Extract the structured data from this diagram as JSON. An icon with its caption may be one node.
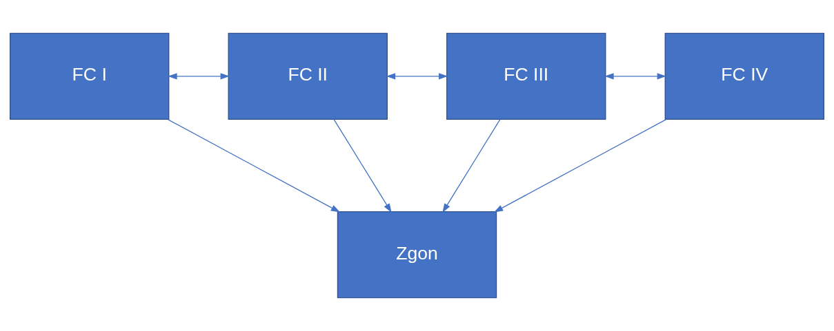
{
  "diagram": {
    "nodes": [
      {
        "text": [
          "FC I"
        ]
      },
      {
        "text": [
          "FC II"
        ]
      },
      {
        "text": [
          "FC III"
        ]
      },
      {
        "text": [
          "FC IV"
        ]
      },
      {
        "text": [
          "Zgon"
        ]
      }
    ],
    "edges": [
      {
        "from": 0,
        "to": 1,
        "arrow": "both"
      },
      {
        "from": 1,
        "to": 2,
        "arrow": "both"
      },
      {
        "from": 2,
        "to": 3,
        "arrow": "both"
      },
      {
        "from": 0,
        "to": 4,
        "arrow": "to"
      },
      {
        "from": 1,
        "to": 4,
        "arrow": "to"
      },
      {
        "from": 2,
        "to": 4,
        "arrow": "to"
      },
      {
        "from": 3,
        "to": 4,
        "arrow": "to"
      }
    ]
  }
}
